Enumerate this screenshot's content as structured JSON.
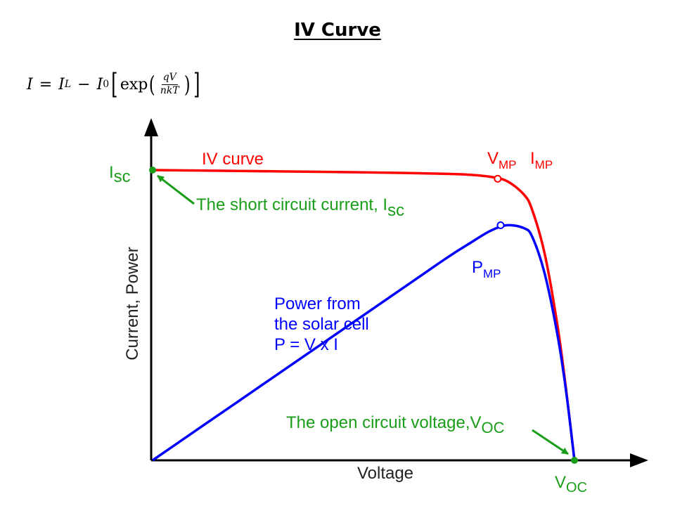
{
  "slide": {
    "title": "IV Curve"
  },
  "formula": {
    "lhs": "I",
    "eq": "=",
    "term1": "I",
    "term1_sub": "L",
    "minus": "−",
    "term2": "I",
    "term2_sub": "0",
    "func": "exp",
    "frac_num": "qV",
    "frac_den": "nkT"
  },
  "colors": {
    "iv_curve": "#ff0000",
    "power": "#0000ff",
    "annotation": "#1a9e1a",
    "axis": "#000000"
  },
  "chart_data": {
    "type": "line",
    "xlabel": "Voltage",
    "ylabel": "Current, Power",
    "xlim": [
      0,
      1
    ],
    "ylim": [
      0,
      1
    ],
    "grid": false,
    "series": [
      {
        "name": "IV curve",
        "x": [
          0,
          0.2,
          0.4,
          0.6,
          0.7,
          0.75,
          0.8,
          0.84,
          0.88,
          0.9,
          0.93,
          0.96,
          0.98,
          1.0
        ],
        "y": [
          1.0,
          0.997,
          0.994,
          0.99,
          0.987,
          0.984,
          0.977,
          0.962,
          0.916,
          0.862,
          0.708,
          0.462,
          0.246,
          0.0
        ]
      },
      {
        "name": "Power from the solar cell P = V x I",
        "x": [
          0,
          0.2,
          0.4,
          0.6,
          0.7,
          0.75,
          0.8,
          0.84,
          0.88,
          0.9,
          0.93,
          0.96,
          0.98,
          1.0
        ],
        "y": [
          0.0,
          0.2,
          0.4,
          0.6,
          0.7,
          0.746,
          0.79,
          0.81,
          0.8,
          0.77,
          0.64,
          0.43,
          0.24,
          0.0
        ]
      }
    ],
    "labels": {
      "iv_curve": "IV curve",
      "power_line1": "Power from",
      "power_line2": "the solar cell",
      "power_line3": "P = V x I",
      "vmp_main": "V",
      "vmp_sub": "MP",
      "imp_main": "I",
      "imp_sub": "MP",
      "pmp_main": "P",
      "pmp_sub": "MP",
      "isc_main": "I",
      "isc_sub": "sc",
      "voc_main": "V",
      "voc_sub": "OC",
      "short_circuit_text": "The short circuit current, I",
      "short_circuit_sub": "sc",
      "open_circuit_text": "The open circuit voltage,V",
      "open_circuit_sub": "OC"
    },
    "points": {
      "isc": {
        "x": 0,
        "y": 1.0
      },
      "mpp_iv": {
        "x": 0.818,
        "y": 0.97
      },
      "mpp_power": {
        "x": 0.825,
        "y": 0.81
      },
      "voc": {
        "x": 1.0,
        "y": 0.0
      }
    }
  }
}
